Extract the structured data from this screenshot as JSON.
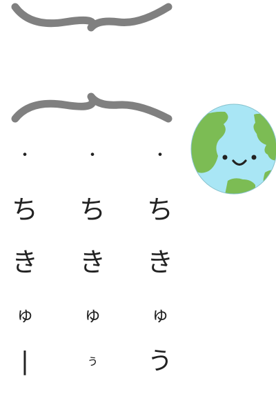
{
  "braces": {
    "color": "#808080"
  },
  "columns": [
    {
      "dot": "・",
      "chi": "ち",
      "ki": "き",
      "yu": "ゅ",
      "last": "|"
    },
    {
      "dot": "・",
      "chi": "ち",
      "ki": "き",
      "yu": "ゅ",
      "last": "ぅ"
    },
    {
      "dot": "・",
      "chi": "ち",
      "ki": "き",
      "yu": "ゅ",
      "last": "う"
    }
  ],
  "earth": {
    "icon": "smiling-earth-icon",
    "ocean_color": "#a9e6f5",
    "land_color": "#7cbc54"
  }
}
